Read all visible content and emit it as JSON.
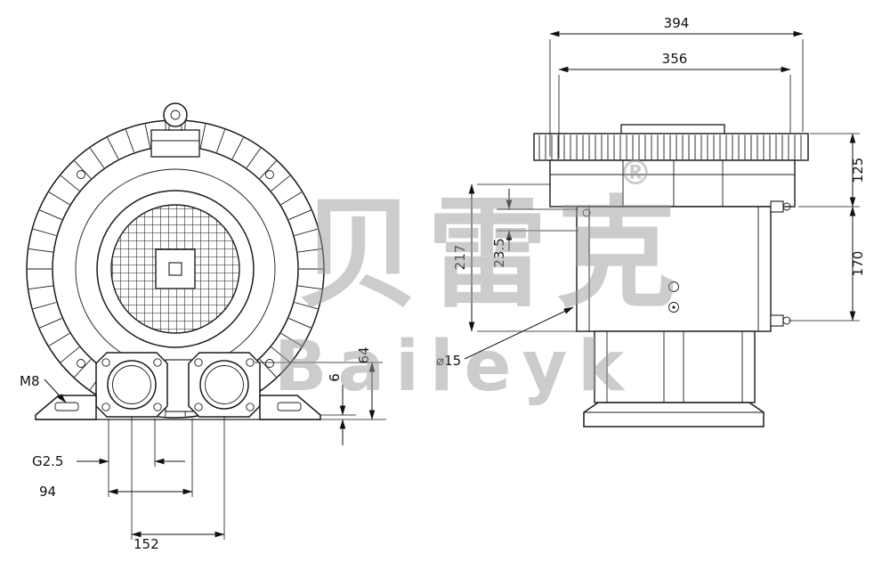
{
  "watermark": {
    "cjk": "贝雷克",
    "reg": "®",
    "latin": "Baileyk"
  },
  "dimensions": {
    "d394": "394",
    "d356": "356",
    "d125": "125",
    "d170": "170",
    "d217": "217",
    "d23_5": "23.5",
    "dia15": "⌀15",
    "m8": "M8",
    "g25": "G2.5",
    "d94": "94",
    "d152": "152",
    "d6": "6",
    "d64": "64"
  }
}
